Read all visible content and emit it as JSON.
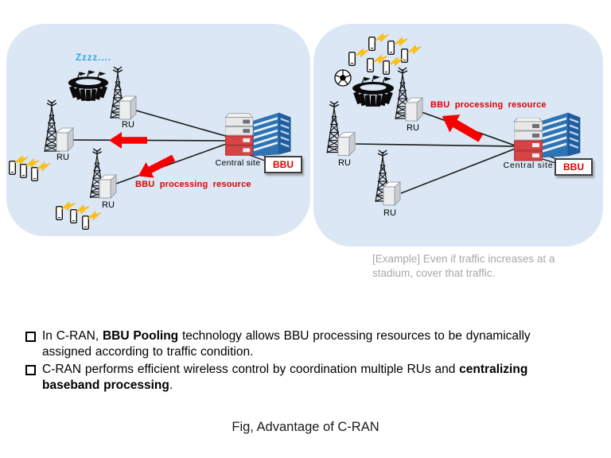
{
  "panels": {
    "left": {
      "sleep_text": "Zzzz....",
      "ru_labels": [
        "RU",
        "RU",
        "RU"
      ],
      "central_site_label": "Central site",
      "bbu_label": "BBU",
      "arrow_caption": "BBU processing resource"
    },
    "right": {
      "ru_labels": [
        "RU",
        "RU",
        "RU"
      ],
      "central_site_label": "Central site",
      "bbu_label": "BBU",
      "arrow_caption": "BBU processing resource",
      "example_note_lines": [
        "[Example] Even if traffic increases at a",
        "stadium, cover that traffic."
      ]
    }
  },
  "bullets": [
    {
      "segments": [
        {
          "text": "In C-RAN, "
        },
        {
          "text": "BBU Pooling",
          "bold": true
        },
        {
          "text": " technology allows BBU processing resources to be dynamically"
        },
        {
          "br": true
        },
        {
          "text": "assigned according to traffic condition."
        }
      ]
    },
    {
      "segments": [
        {
          "text": "C-RAN performs efficient wireless control by coordination multiple RUs and "
        },
        {
          "text": "centralizing",
          "bold": true
        },
        {
          "br": true
        },
        {
          "text": "baseband processing",
          "bold": true
        },
        {
          "text": "."
        }
      ]
    }
  ],
  "caption": "Fig, Advantage of C-RAN",
  "icons": {
    "stadium": "stadium-icon",
    "antenna": "antenna-tower-icon",
    "ru_unit": "ru-unit-box-icon",
    "server_stack": "bbu-server-stack-icon",
    "building": "office-building-icon",
    "phone": "mobile-phone-icon",
    "bolt": "traffic-bolt-icon",
    "block_arrow": "red-block-arrow-icon",
    "soccer": "soccer-ball-icon"
  },
  "colors": {
    "panel_bg": "#dbe7f4",
    "arrow_red": "#f60000",
    "label_red": "#e00000",
    "sleep_blue": "#2fa9e0",
    "building_blue": "#2e74b5",
    "bolt_yellow": "#ffc10d",
    "note_gray": "#a8a8a8",
    "text_black": "#000000"
  }
}
